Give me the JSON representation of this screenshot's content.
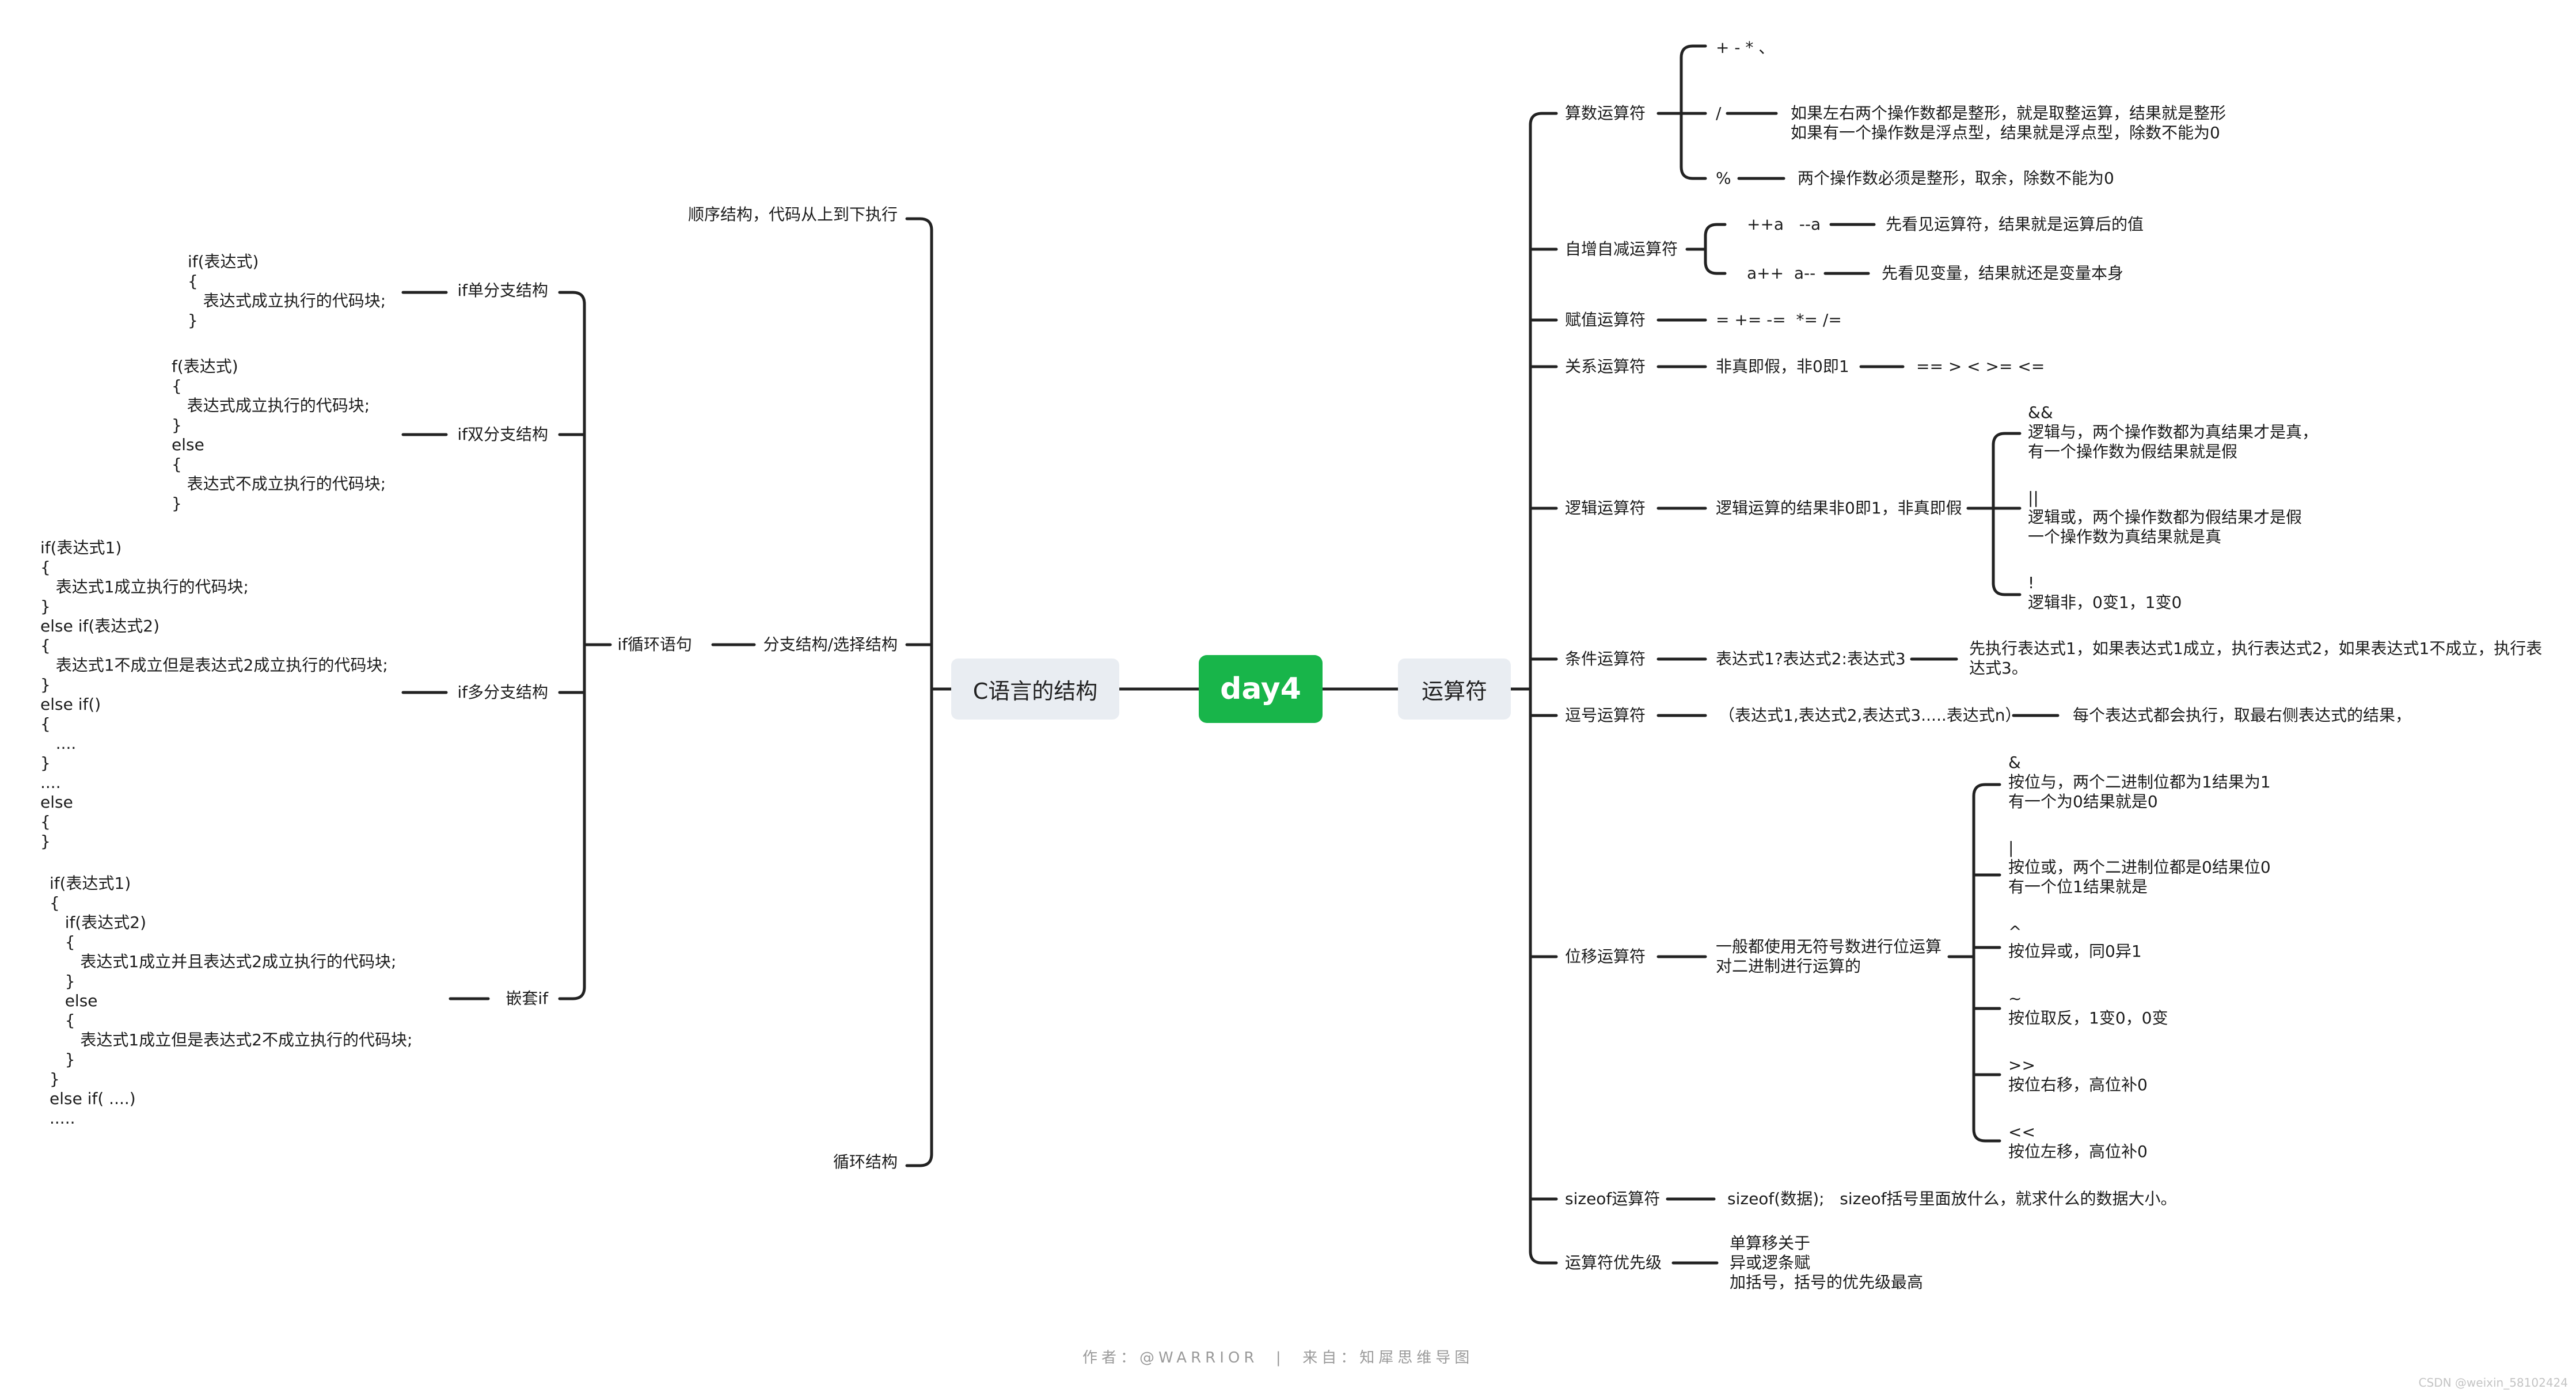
{
  "root": "day4",
  "main_left": "C语言的结构",
  "main_right": "运算符",
  "structure": {
    "sequential": "顺序结构，代码从上到下执行",
    "branch": "分支结构/选择结构",
    "loop": "循环结构",
    "if_group": "if循环语句",
    "if_single": "if单分支结构",
    "if_single_code": "if(表达式)\n{\n   表达式成立执行的代码块;\n}",
    "if_double": "if双分支结构",
    "if_double_code": "f(表达式)\n{\n   表达式成立执行的代码块;\n}\nelse\n{\n   表达式不成立执行的代码块;\n}",
    "if_multi": "if多分支结构",
    "if_multi_code": "if(表达式1)\n{\n   表达式1成立执行的代码块;\n}\nelse if(表达式2)\n{\n   表达式1不成立但是表达式2成立执行的代码块;\n}\nelse if()\n{\n   ....\n}\n....\nelse\n{\n}",
    "if_nested": "嵌套if",
    "if_nested_code": "if(表达式1)\n{\n   if(表达式2)\n   {\n      表达式1成立并且表达式2成立执行的代码块;\n   }\n   else\n   {\n      表达式1成立但是表达式2不成立执行的代码块;\n   }\n}\nelse if( ....)\n....."
  },
  "operators": {
    "arith": "算数运算符",
    "arith_basic": "+ - * 、",
    "arith_div": "/",
    "arith_div_note": "如果左右两个操作数都是整形，就是取整运算，结果就是整形\n如果有一个操作数是浮点型，结果就是浮点型，除数不能为0",
    "arith_mod": "%",
    "arith_mod_note": "两个操作数必须是整形，取余，除数不能为0",
    "incdec": "自增自减运算符",
    "pre": "++a   --a",
    "pre_note": "先看见运算符，结果就是运算后的值",
    "post": "a++  a--",
    "post_note": "先看见变量，结果就还是变量本身",
    "assign": "赋值运算符",
    "assign_list": "= += -=  *= /=",
    "rel": "关系运算符",
    "rel_note": "非真即假，非0即1",
    "rel_list": "== > < >= <=",
    "logic": "逻辑运算符",
    "logic_note": "逻辑运算的结果非0即1，非真即假",
    "logic_and": "&&\n逻辑与，两个操作数都为真结果才是真，\n有一个操作数为假结果就是假",
    "logic_or": "||\n逻辑或，两个操作数都为假结果才是假\n一个操作数为真结果就是真",
    "logic_not": "!\n逻辑非，0变1，1变0",
    "cond": "条件运算符",
    "cond_expr": "表达式1?表达式2:表达式3",
    "cond_note": "先执行表达式1，如果表达式1成立，执行表达式2，如果表达式1不成立，执行表\n达式3。",
    "comma": "逗号运算符",
    "comma_expr": "（表达式1,表达式2,表达式3.....表达式n）",
    "comma_note": "每个表达式都会执行，取最右侧表达式的结果，",
    "bit": "位移运算符",
    "bit_note": "一般都使用无符号数进行位运算\n对二进制进行运算的",
    "bit_and": "&\n按位与，两个二进制位都为1结果为1\n有一个为0结果就是0",
    "bit_or": "|\n按位或，两个二进制位都是0结果位0\n有一个位1结果就是",
    "bit_xor": "^\n按位异或，同0异1",
    "bit_not": "~\n按位取反，1变0，0变",
    "bit_shr": ">>\n按位右移，高位补0",
    "bit_shl": "<<\n按位左移，高位补0",
    "sizeof": "sizeof运算符",
    "sizeof_note": "sizeof(数据);   sizeof括号里面放什么，就求什么的数据大小。",
    "prec": "运算符优先级",
    "prec_note": "单算移关于\n异或逻条赋\n加括号，括号的优先级最高"
  },
  "footer": "作者：@WARRIOR  |  来自：知犀思维导图",
  "watermark": "CSDN @weixin_58102424",
  "colors": {
    "root": "#18b54a",
    "main_box": "#e9edf2",
    "line": "#222222"
  }
}
